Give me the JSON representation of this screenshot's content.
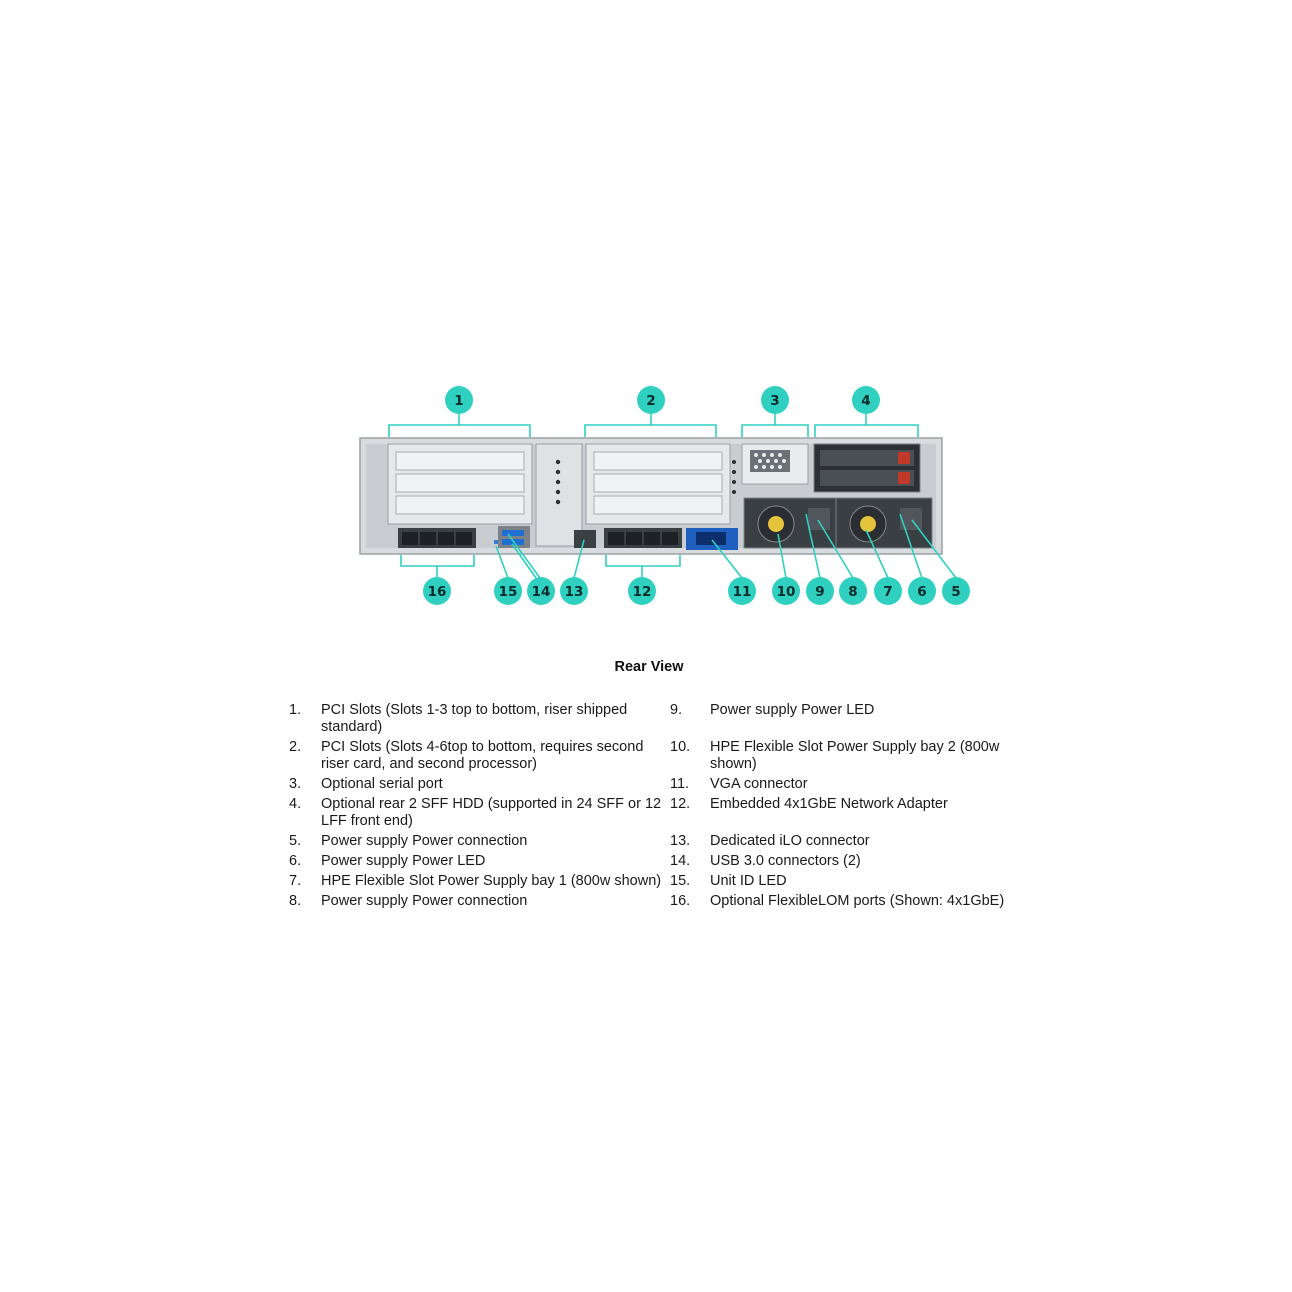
{
  "diagram": {
    "accent_color": "#2fd0c0",
    "callouts": [
      "1",
      "2",
      "3",
      "4",
      "5",
      "6",
      "7",
      "8",
      "9",
      "10",
      "11",
      "12",
      "13",
      "14",
      "15",
      "16"
    ]
  },
  "caption": "Rear View",
  "legend_left": [
    {
      "num": "1.",
      "text": "PCI Slots (Slots 1-3 top to bottom, riser shipped standard)"
    },
    {
      "num": "2.",
      "text": "PCI Slots (Slots 4-6top to bottom, requires second riser card, and second processor)"
    },
    {
      "num": "3.",
      "text": "Optional serial port"
    },
    {
      "num": "4.",
      "text": "Optional rear 2 SFF HDD (supported in 24 SFF or 12 LFF front end)"
    },
    {
      "num": "5.",
      "text": "Power supply Power connection"
    },
    {
      "num": "6.",
      "text": "Power supply Power LED"
    },
    {
      "num": "7.",
      "text": "HPE Flexible Slot Power Supply bay 1 (800w shown)"
    },
    {
      "num": "8.",
      "text": "Power supply Power connection"
    }
  ],
  "legend_right": [
    {
      "num": "9.",
      "text": "Power supply Power LED"
    },
    {
      "num": "10.",
      "text": "HPE Flexible Slot Power Supply bay 2 (800w shown)"
    },
    {
      "num": "11.",
      "text": "VGA connector"
    },
    {
      "num": "12.",
      "text": "Embedded 4x1GbE Network Adapter"
    },
    {
      "num": "13.",
      "text": "Dedicated iLO connector"
    },
    {
      "num": "14.",
      "text": "USB 3.0 connectors (2)"
    },
    {
      "num": "15.",
      "text": "Unit ID LED"
    },
    {
      "num": "16.",
      "text": "Optional FlexibleLOM ports (Shown: 4x1GbE)"
    }
  ]
}
